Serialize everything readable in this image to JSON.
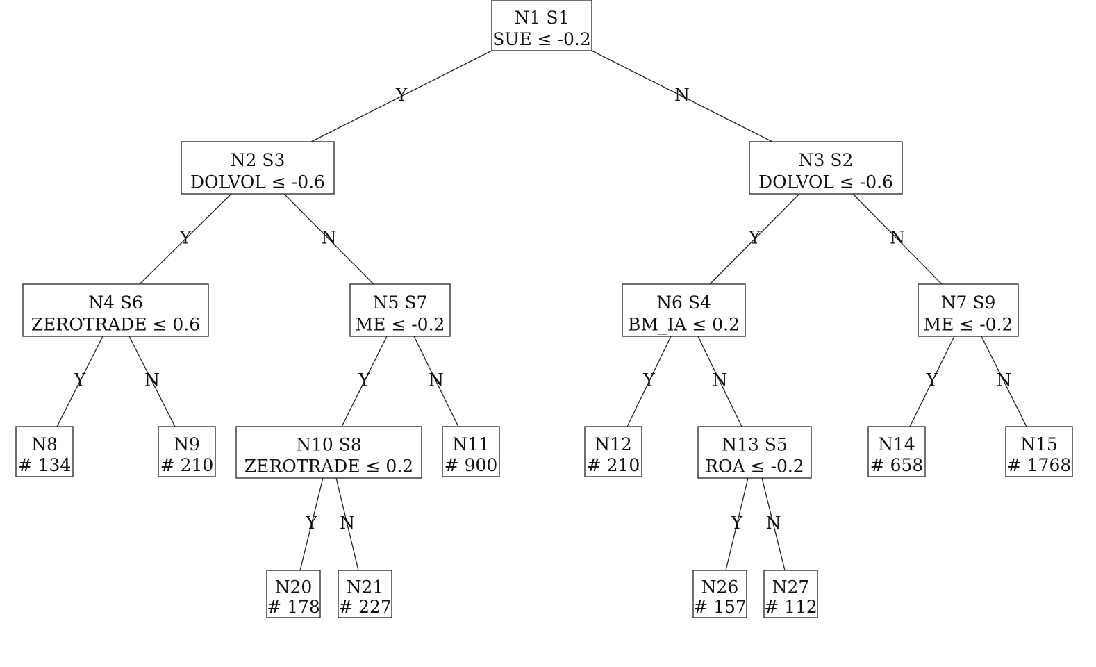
{
  "nodes": [
    {
      "id": "N1",
      "line1": "N1 S1",
      "line2": "SUE ≤ -0.2"
    },
    {
      "id": "N2",
      "line1": "N2 S3",
      "line2": "DOLVOL ≤ -0.6"
    },
    {
      "id": "N3",
      "line1": "N3 S2",
      "line2": "DOLVOL ≤ -0.6"
    },
    {
      "id": "N4",
      "line1": "N4 S6",
      "line2": "ZEROTRADE ≤ 0.6"
    },
    {
      "id": "N5",
      "line1": "N5 S7",
      "line2": "ME ≤ -0.2"
    },
    {
      "id": "N6",
      "line1": "N6 S4",
      "line2": "BM_IA ≤ 0.2"
    },
    {
      "id": "N7",
      "line1": "N7 S9",
      "line2": "ME ≤ -0.2"
    },
    {
      "id": "N8",
      "line1": "N8",
      "line2": "# 134"
    },
    {
      "id": "N9",
      "line1": "N9",
      "line2": "# 210"
    },
    {
      "id": "N10",
      "line1": "N10 S8",
      "line2": "ZEROTRADE ≤ 0.2"
    },
    {
      "id": "N11",
      "line1": "N11",
      "line2": "# 900"
    },
    {
      "id": "N12",
      "line1": "N12",
      "line2": "# 210"
    },
    {
      "id": "N13",
      "line1": "N13 S5",
      "line2": "ROA ≤ -0.2"
    },
    {
      "id": "N14",
      "line1": "N14",
      "line2": "# 658"
    },
    {
      "id": "N15",
      "line1": "N15",
      "line2": "# 1768"
    },
    {
      "id": "N20",
      "line1": "N20",
      "line2": "# 178"
    },
    {
      "id": "N21",
      "line1": "N21",
      "line2": "# 227"
    },
    {
      "id": "N26",
      "line1": "N26",
      "line2": "# 157"
    },
    {
      "id": "N27",
      "line1": "N27",
      "line2": "# 112"
    }
  ],
  "edges": [
    {
      "from": "N1",
      "to": "N2",
      "label": "Y"
    },
    {
      "from": "N1",
      "to": "N3",
      "label": "N"
    },
    {
      "from": "N2",
      "to": "N4",
      "label": "Y"
    },
    {
      "from": "N2",
      "to": "N5",
      "label": "N"
    },
    {
      "from": "N3",
      "to": "N6",
      "label": "Y"
    },
    {
      "from": "N3",
      "to": "N7",
      "label": "N"
    },
    {
      "from": "N4",
      "to": "N8",
      "label": "Y"
    },
    {
      "from": "N4",
      "to": "N9",
      "label": "N"
    },
    {
      "from": "N5",
      "to": "N10",
      "label": "Y"
    },
    {
      "from": "N5",
      "to": "N11",
      "label": "N"
    },
    {
      "from": "N6",
      "to": "N12",
      "label": "Y"
    },
    {
      "from": "N6",
      "to": "N13",
      "label": "N"
    },
    {
      "from": "N7",
      "to": "N14",
      "label": "Y"
    },
    {
      "from": "N7",
      "to": "N15",
      "label": "N"
    },
    {
      "from": "N10",
      "to": "N20",
      "label": "Y"
    },
    {
      "from": "N10",
      "to": "N21",
      "label": "N"
    },
    {
      "from": "N13",
      "to": "N26",
      "label": "Y"
    },
    {
      "from": "N13",
      "to": "N27",
      "label": "N"
    }
  ]
}
